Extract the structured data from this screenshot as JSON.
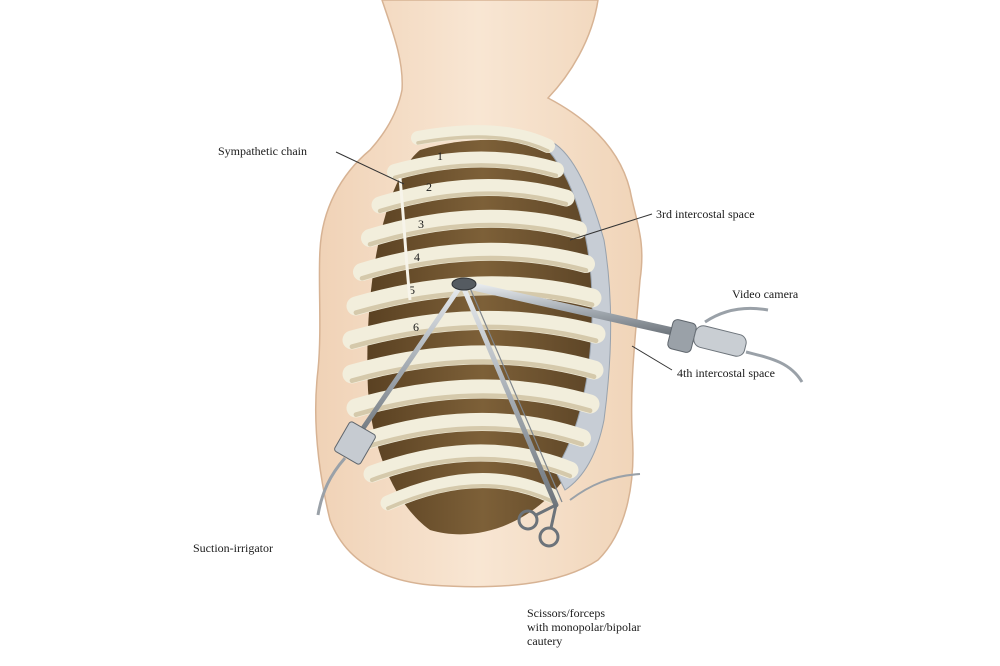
{
  "labels": {
    "sympathetic_chain": "Sympathetic chain",
    "third_ics": "3rd intercostal space",
    "video_camera": "Video camera",
    "fourth_ics": "4th intercostal space",
    "suction_irrigator": "Suction-irrigator",
    "scissors_forceps": [
      "Scissors/forceps",
      "with monopolar/bipolar",
      "cautery"
    ]
  },
  "rib_numbers": [
    "1",
    "2",
    "3",
    "4",
    "5",
    "6"
  ],
  "colors": {
    "skin": "#f4dcc4",
    "skin_outline": "#d9b595",
    "cavity": "#6e5330",
    "rib": "#f2eedc",
    "rib_shade": "#cdbf9f",
    "pleura": "#c3cad3",
    "instrument": "#9fa6ad"
  }
}
